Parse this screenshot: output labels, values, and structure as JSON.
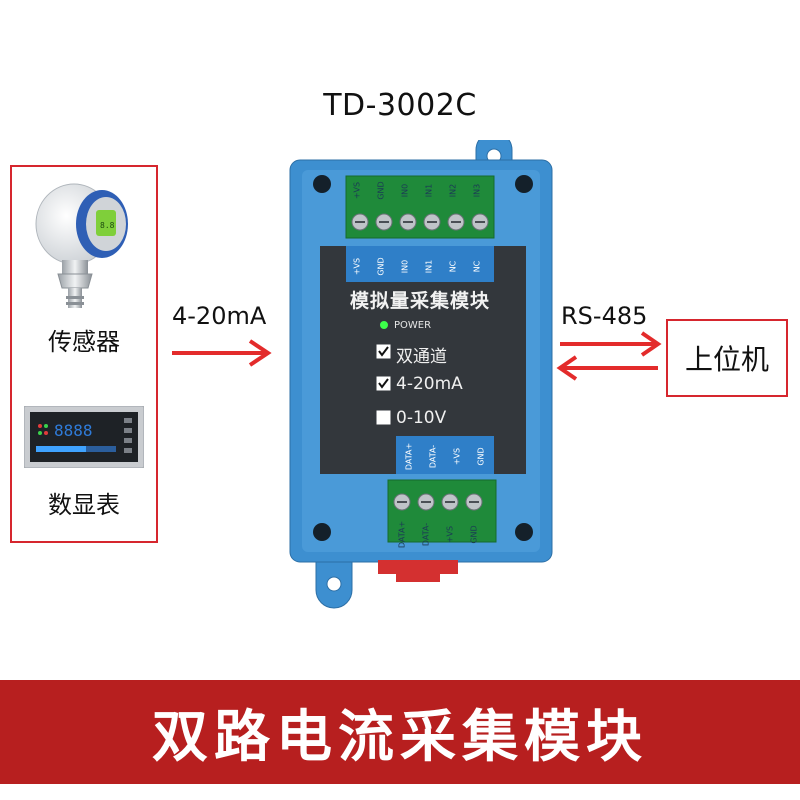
{
  "header": {
    "model": "TD-3002C"
  },
  "left_devices": [
    {
      "name": "传感器",
      "icon": "pressure-transmitter-icon"
    },
    {
      "name": "数显表",
      "icon": "digital-display-meter-icon"
    }
  ],
  "signals": {
    "input": "4-20mA",
    "output": "RS-485"
  },
  "host": {
    "label": "上位机"
  },
  "module": {
    "title": "模拟量采集模块",
    "power_label": "POWER",
    "features": [
      {
        "label": "双通道",
        "checked": true
      },
      {
        "label": "4-20mA",
        "checked": true
      },
      {
        "label": "0-10V",
        "checked": false
      }
    ],
    "top_terminals": [
      "+VS",
      "GND",
      "IN0",
      "IN1",
      "IN2",
      "IN3"
    ],
    "top_panel_labels": [
      "+VS",
      "GND",
      "IN0",
      "IN1",
      "NC",
      "NC"
    ],
    "bottom_panel_labels": [
      "DATA+",
      "DATA-",
      "+VS",
      "GND"
    ],
    "bottom_terminals": [
      "DATA+",
      "DATA-",
      "+VS",
      "GND"
    ]
  },
  "banner": {
    "text": "双路电流采集模块"
  },
  "colors": {
    "accent_red": "#d6262e",
    "module_blue": "#3d8fd0",
    "panel_dark": "#33373c",
    "banner_red": "#b71f1f",
    "terminal_green": "#1f8a3a"
  }
}
